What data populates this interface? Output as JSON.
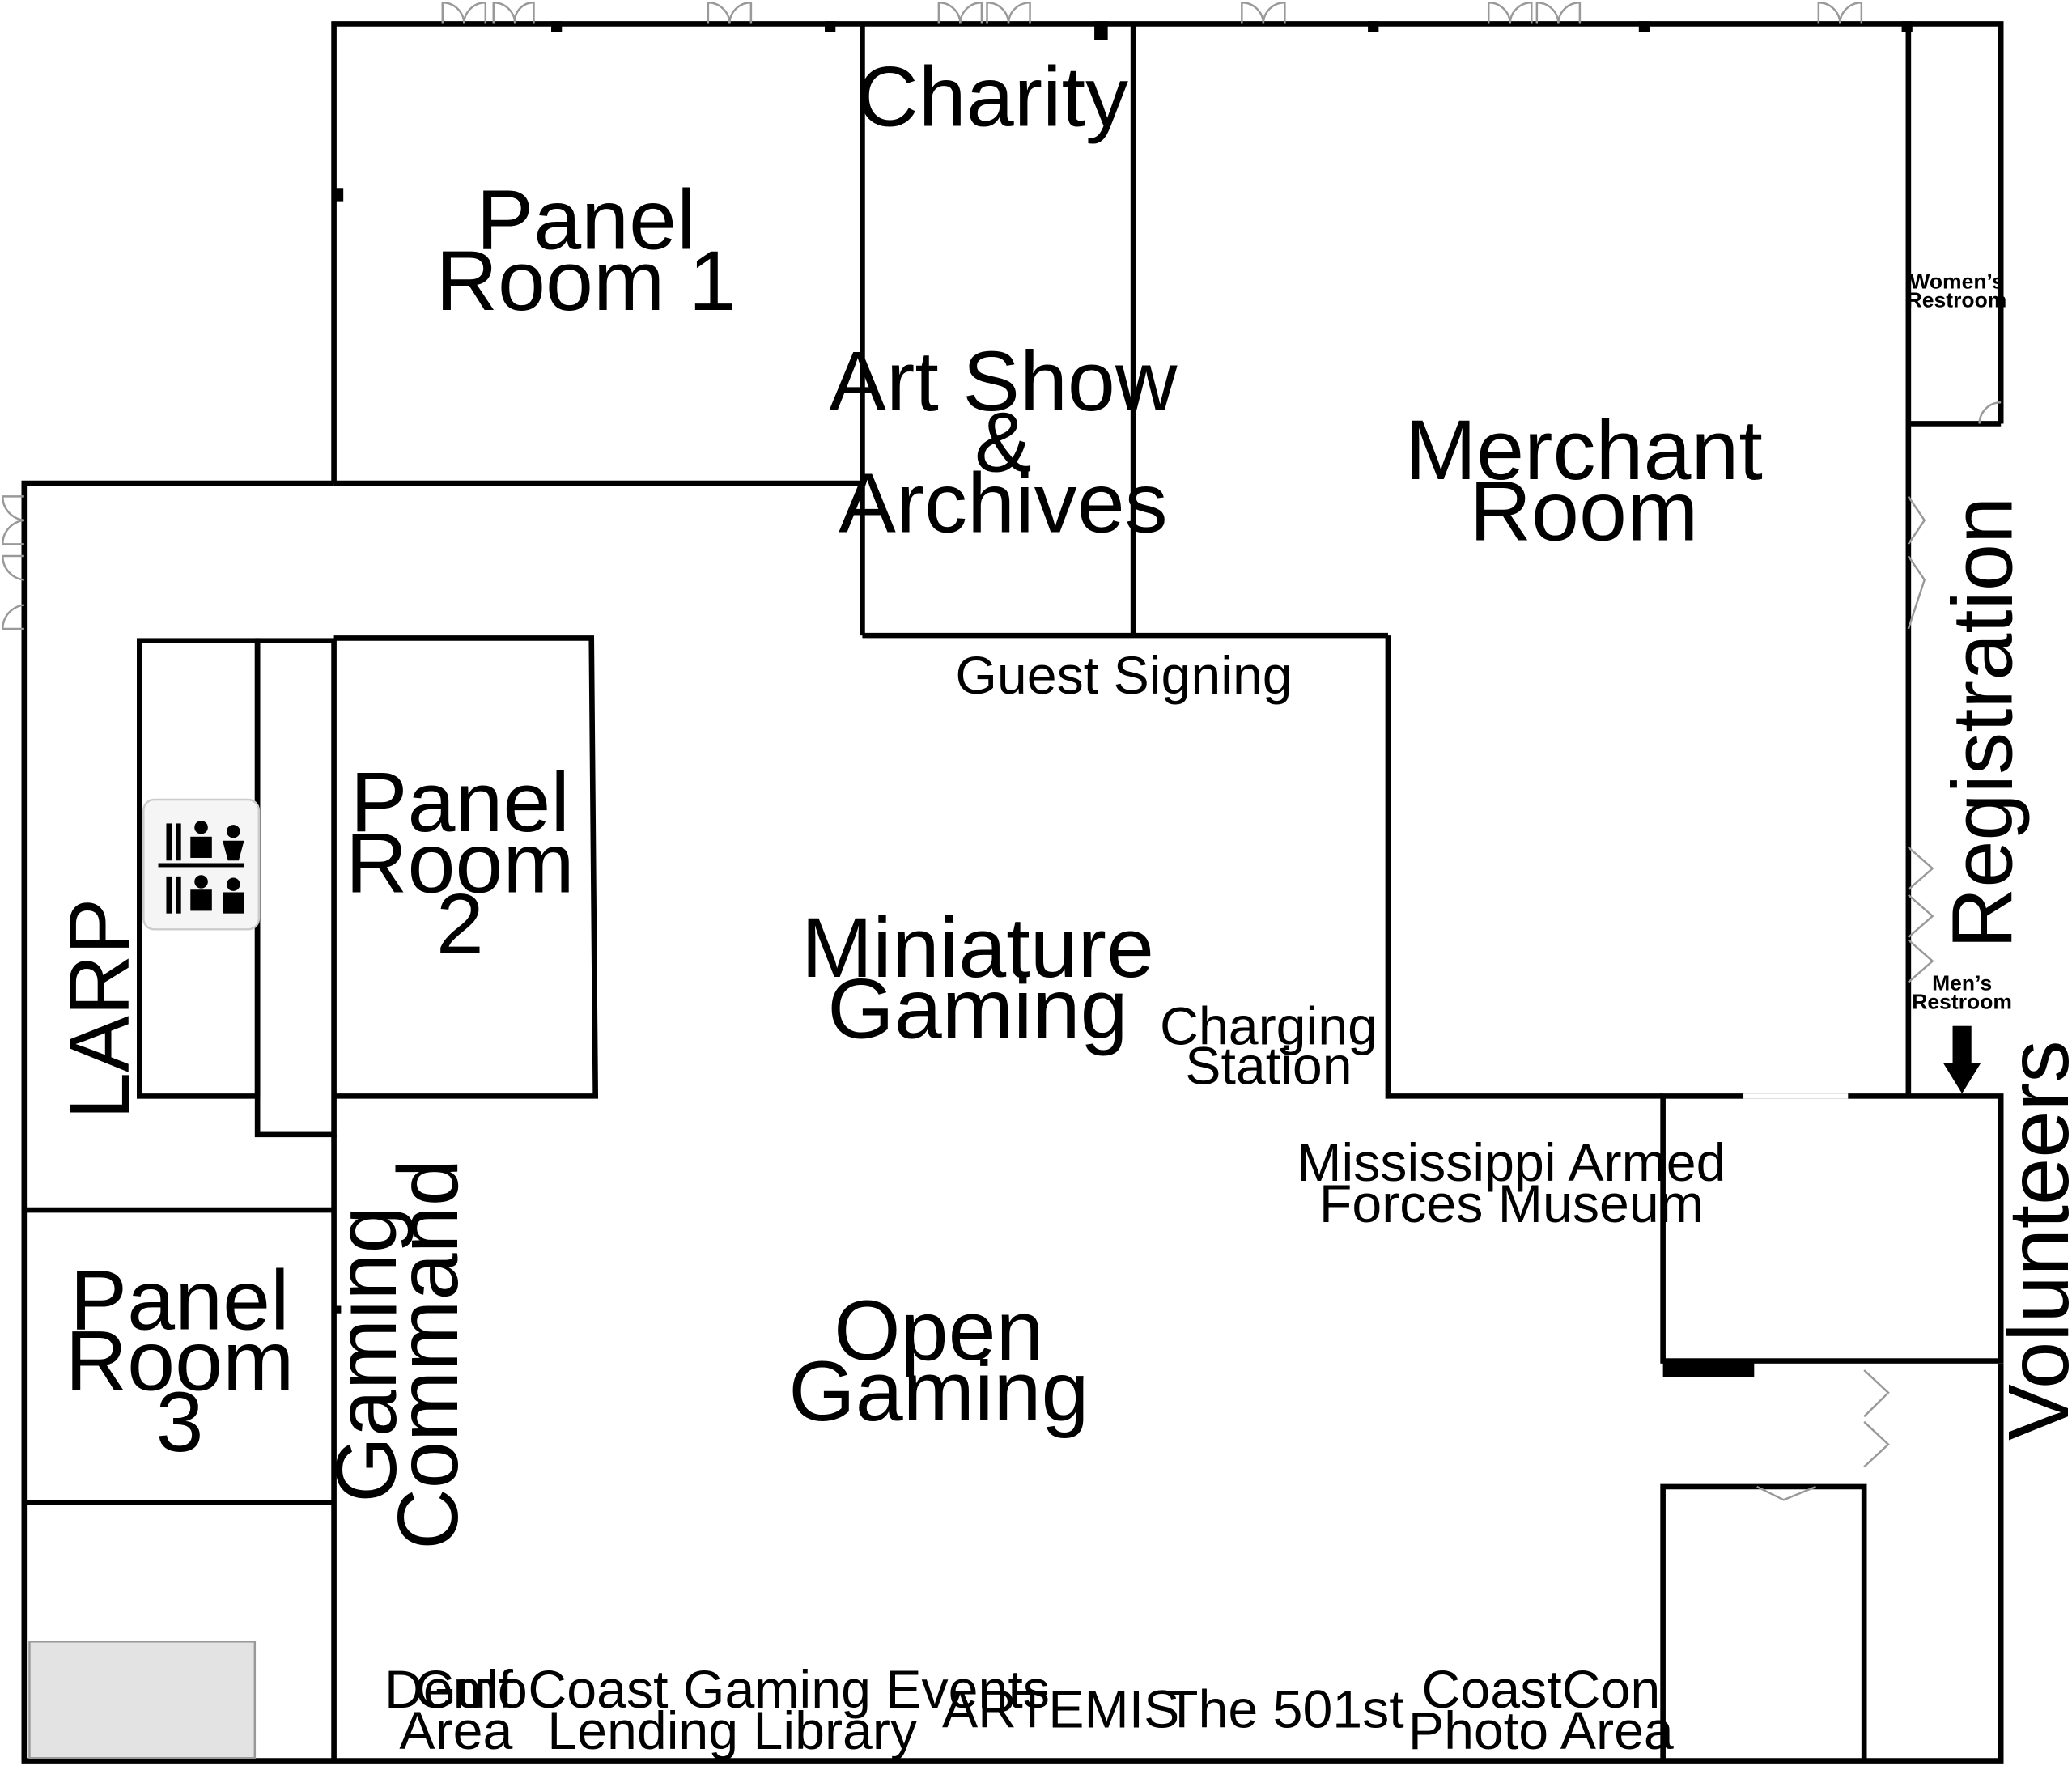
{
  "map": {
    "rooms": {
      "panel_room_1": [
        "Panel",
        "Room 1"
      ],
      "charity": "Charity",
      "art_show": [
        "Art Show",
        "&",
        "Archives"
      ],
      "merchant_room": [
        "Merchant",
        "Room"
      ],
      "womens_restroom": [
        "Women’s",
        "Restroom"
      ],
      "registration": "Registration",
      "mens_restroom": [
        "Men’s",
        "Restroom"
      ],
      "guest_signing": "Guest Signing",
      "panel_room_2": [
        "Panel",
        "Room",
        "2"
      ],
      "larp": "LARP",
      "miniature_gaming": [
        "Miniature",
        "Gaming"
      ],
      "charging_station": [
        "Charging",
        "Station"
      ],
      "msafm": [
        "Mississippi Armed",
        "Forces Museum"
      ],
      "volunteers": "Volunteers",
      "panel_room_3": [
        "Panel",
        "Room",
        "3"
      ],
      "gaming_command": [
        "Gaming",
        "Command"
      ],
      "open_gaming": [
        "Open",
        "Gaming"
      ],
      "demo_area": [
        "Demo",
        "Area"
      ],
      "gulf_coast": [
        "Gulf Coast Gaming Events",
        "Lending Library"
      ],
      "artemis": "ARTEMIS",
      "the_501st": "The 501st",
      "coastcon_photo": [
        "CoastCon",
        "Photo Area"
      ]
    },
    "icons": [
      "restroom-icon",
      "down-arrow-icon",
      "door-icon"
    ],
    "colors": {
      "wall": "#000000",
      "background": "#ffffff",
      "gray_block": "#e3e3e3",
      "icon_bg": "#f5f5f5"
    }
  }
}
